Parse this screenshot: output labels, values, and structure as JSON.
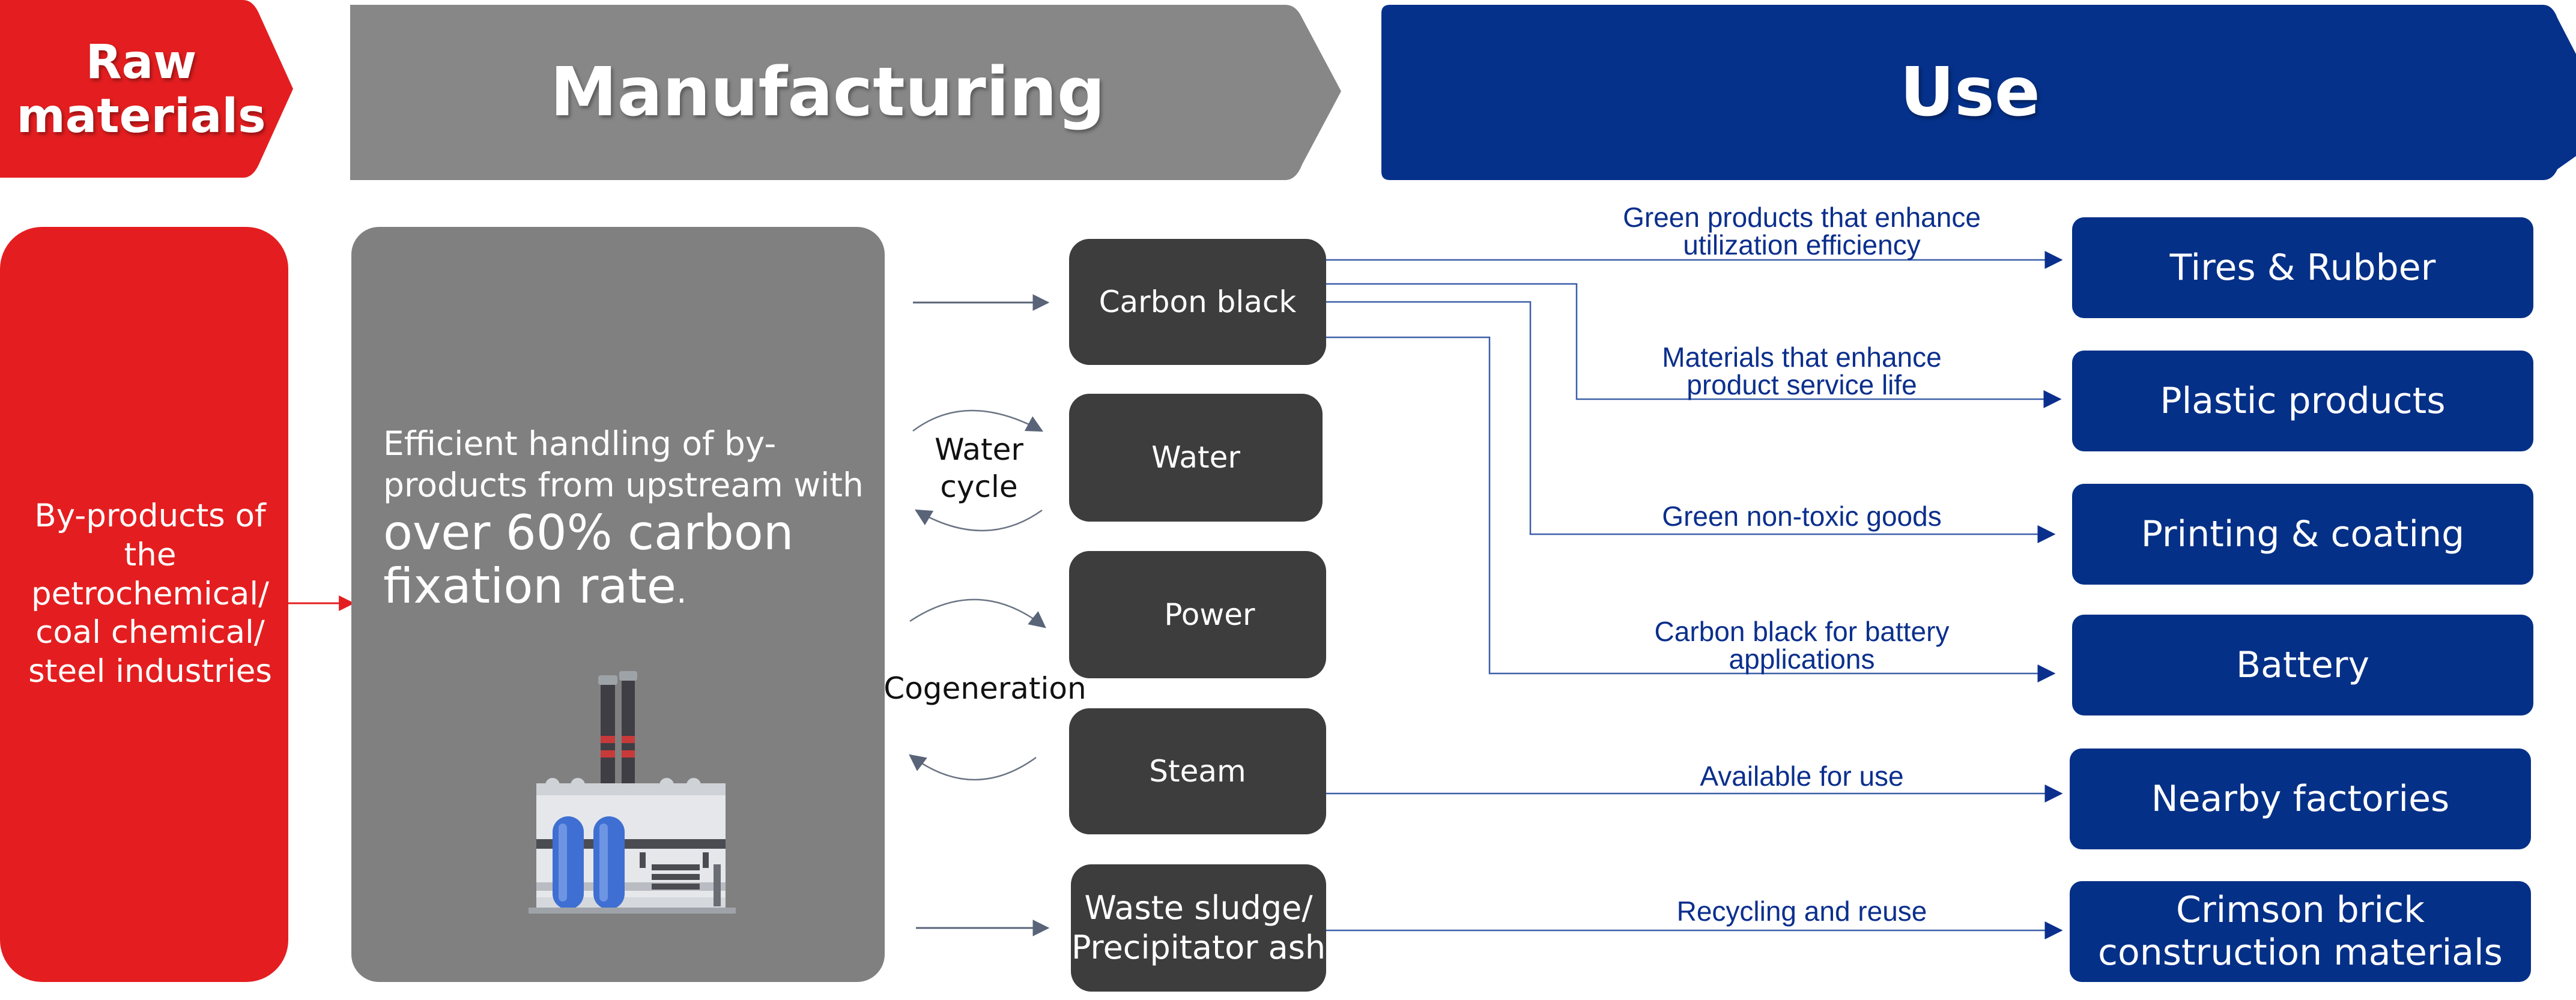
{
  "header": {
    "raw": "Raw materials",
    "manufacturing": "Manufacturing",
    "use": "Use"
  },
  "raw": {
    "description": "By-products of the petrochemical/ coal chemical/ steel industries"
  },
  "manufacturing": {
    "desc_small": "Efficient handling of by-products from upstream with",
    "desc_big": "over 60% carbon fixation rate",
    "desc_end": "."
  },
  "outputs": [
    {
      "id": "carbon-black",
      "label": "Carbon black"
    },
    {
      "id": "water",
      "label": "Water"
    },
    {
      "id": "power",
      "label": "Power"
    },
    {
      "id": "steam",
      "label": "Steam"
    },
    {
      "id": "waste-sludge",
      "label": "Waste sludge/ Precipitator ash"
    }
  ],
  "cycles": {
    "water_cycle": "Water cycle",
    "cogeneration": "Cogeneration"
  },
  "uses": [
    {
      "id": "tires-rubber",
      "label": "Tires & Rubber"
    },
    {
      "id": "plastic-products",
      "label": "Plastic products"
    },
    {
      "id": "printing-coating",
      "label": "Printing & coating"
    },
    {
      "id": "battery",
      "label": "Battery"
    },
    {
      "id": "nearby-factories",
      "label": "Nearby factories"
    },
    {
      "id": "crimson-brick",
      "label": "Crimson brick construction materials"
    }
  ],
  "flows": [
    {
      "id": "flow-tires",
      "label": "Green products that enhance utilization efficiency"
    },
    {
      "id": "flow-plastic",
      "label": "Materials that enhance product service life"
    },
    {
      "id": "flow-printing",
      "label": "Green non-toxic goods"
    },
    {
      "id": "flow-battery",
      "label": "Carbon black for battery applications"
    },
    {
      "id": "flow-nearby",
      "label": "Available for use"
    },
    {
      "id": "flow-brick",
      "label": "Recycling and reuse"
    }
  ],
  "colors": {
    "raw_red": "#e41e20",
    "manufacturing_gray": "#808080",
    "output_dark": "#3d3d3d",
    "use_blue": "#053087",
    "line_blue": "#3b5fa8",
    "line_gray": "#5a6478"
  },
  "icons": {
    "factory": "factory-icon"
  }
}
